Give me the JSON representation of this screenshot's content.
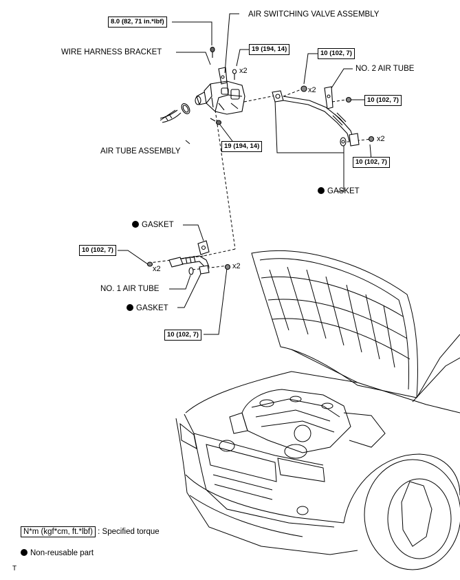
{
  "labels": {
    "air_switching_valve_assembly": "AIR SWITCHING VALVE ASSEMBLY",
    "wire_harness_bracket": "WIRE HARNESS BRACKET",
    "no2_air_tube": "NO. 2 AIR TUBE",
    "air_tube_assembly": "AIR TUBE ASSEMBLY",
    "no1_air_tube": "NO. 1 AIR TUBE",
    "gasket": "GASKET"
  },
  "torques": {
    "t8": "8.0 (82, 71 in.*lbf)",
    "t19": "19 (194, 14)",
    "t10": "10 (102, 7)"
  },
  "quantity": "x2",
  "legend": {
    "torque_units": "N*m (kgf*cm, ft.*lbf)",
    "torque_desc": ": Specified torque",
    "non_reusable": "Non-reusable part",
    "footer_mark": "T"
  }
}
